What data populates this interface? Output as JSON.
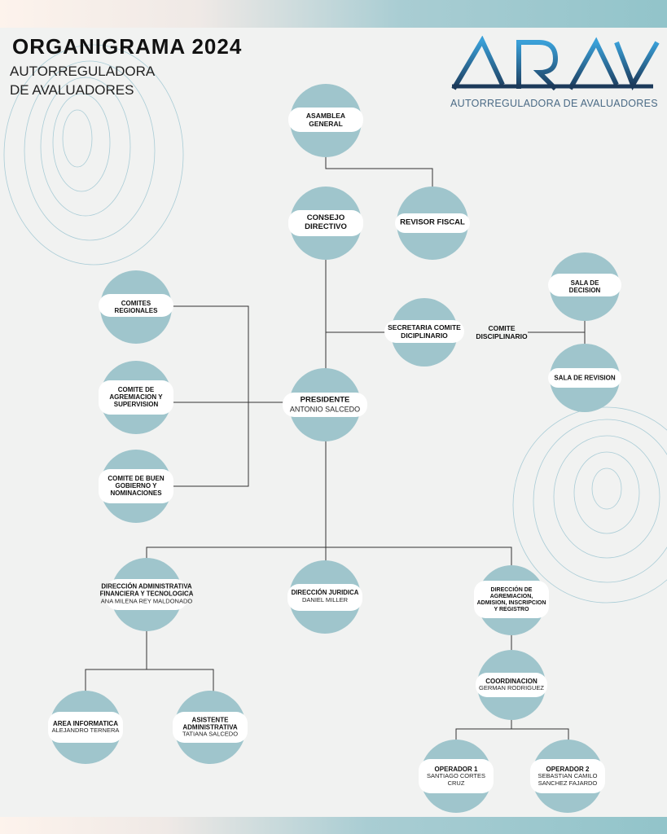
{
  "header": {
    "title": "ORGANIGRAMA 2024",
    "subtitle_line1": "AUTORREGULADORA",
    "subtitle_line2": "DE AVALUADORES"
  },
  "logo": {
    "text": "ARAV",
    "tagline": "AUTORREGULADORA DE AVALUADORES"
  },
  "colors": {
    "node": "#9fc5cc",
    "band": "#ffffff",
    "line": "#333333",
    "background": "#f1f2f1"
  },
  "nodes": {
    "asamblea": {
      "title": "ASAMBLEA GENERAL"
    },
    "consejo": {
      "title": "CONSEJO DIRECTIVO"
    },
    "revisor": {
      "title": "REVISOR FISCAL"
    },
    "secretaria": {
      "title1": "SECRETARIA COMITE",
      "title2": "DICIPLINARIO"
    },
    "comite_disciplinario": {
      "title1": "COMITE",
      "title2": "DISCIPLINARIO"
    },
    "sala_decision": {
      "title1": "SALA DE",
      "title2": "DECISION"
    },
    "sala_revision": {
      "title": "SALA DE REVISION"
    },
    "comites_regionales": {
      "title1": "COMITES",
      "title2": "REGIONALES"
    },
    "comite_agremiacion": {
      "title1": "COMITE DE",
      "title2": "AGREMIACION Y",
      "title3": "SUPERVISION"
    },
    "comite_buen_gobierno": {
      "title1": "COMITE DE BUEN",
      "title2": "GOBIERNO Y",
      "title3": "NOMINACIONES"
    },
    "presidente": {
      "title": "PRESIDENTE",
      "name": "ANTONIO SALCEDO"
    },
    "dir_admin": {
      "title1": "DIRECCIÓN ADMINISTRATIVA",
      "title2": "FINANCIERA Y TECNOLOGICA",
      "name": "ANA MILENA REY MALDONADO"
    },
    "dir_juridica": {
      "title": "DIRECCIÓN JURIDICA",
      "name": "DANIEL MILLER"
    },
    "dir_agremiacion": {
      "title1": "DIRECCIÓN DE",
      "title2": "AGREMIACION,",
      "title3": "ADMISION, INSCRIPCION",
      "title4": "Y REGISTRO"
    },
    "coordinacion": {
      "title": "COORDINACION",
      "name": "GERMAN RODRIGUEZ"
    },
    "area_informatica": {
      "title": "AREA INFORMATICA",
      "name": "ALEJANDRO TERNERA"
    },
    "asistente": {
      "title1": "ASISTENTE",
      "title2": "ADMINISTRATIVA",
      "name": "TATIANA SALCEDO"
    },
    "operador1": {
      "title": "OPERADOR 1",
      "name1": "SANTIAGO CORTES",
      "name2": "CRUZ"
    },
    "operador2": {
      "title": "OPERADOR  2",
      "name1": "SEBASTIAN CAMILO",
      "name2": "SANCHEZ FAJARDO"
    }
  }
}
